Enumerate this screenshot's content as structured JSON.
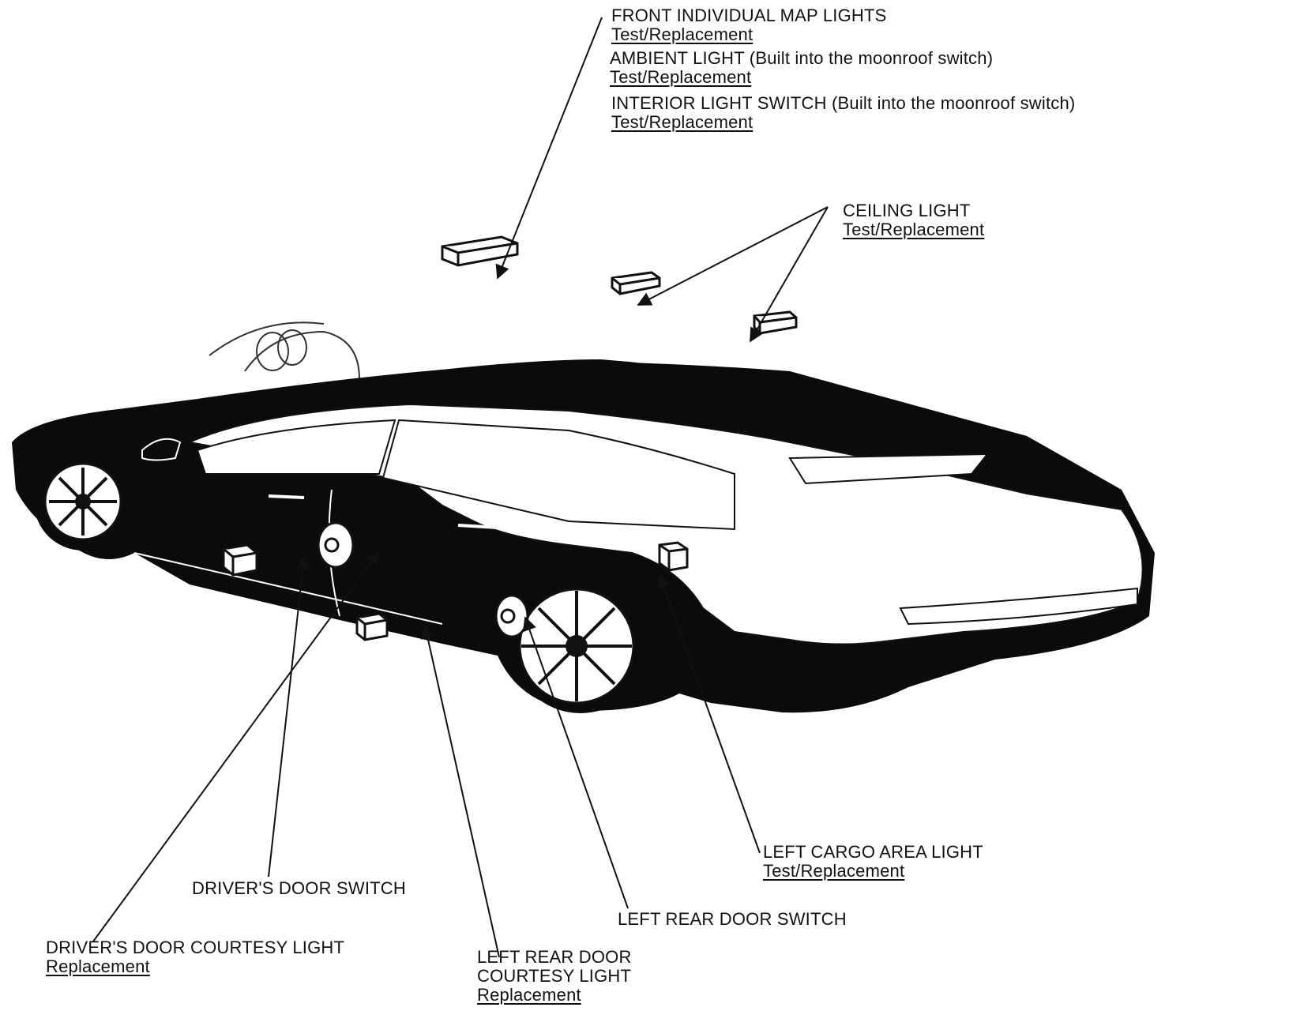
{
  "colors": {
    "ink": "#111111",
    "paper": "#ffffff"
  },
  "callouts": {
    "front_map_lights": {
      "title": "FRONT INDIVIDUAL MAP LIGHTS",
      "link": "Test/Replacement"
    },
    "ambient_light": {
      "title": "AMBIENT LIGHT (Built into the moonroof switch)",
      "link": "Test/Replacement"
    },
    "interior_light_switch": {
      "title": "INTERIOR LIGHT SWITCH (Built into the moonroof switch)",
      "link": "Test/Replacement"
    },
    "ceiling_light": {
      "title": "CEILING LIGHT",
      "link": "Test/Replacement"
    },
    "left_cargo_area_light": {
      "title": "LEFT CARGO AREA LIGHT",
      "link": "Test/Replacement"
    },
    "drivers_door_switch": {
      "title": "DRIVER'S DOOR SWITCH"
    },
    "left_rear_door_switch": {
      "title": "LEFT REAR DOOR SWITCH"
    },
    "drivers_door_courtesy_light": {
      "title": "DRIVER'S DOOR COURTESY LIGHT",
      "link": "Replacement"
    },
    "left_rear_door_courtesy_light": {
      "title_line1": "LEFT REAR DOOR",
      "title_line2": "COURTESY LIGHT",
      "link": "Replacement"
    }
  }
}
